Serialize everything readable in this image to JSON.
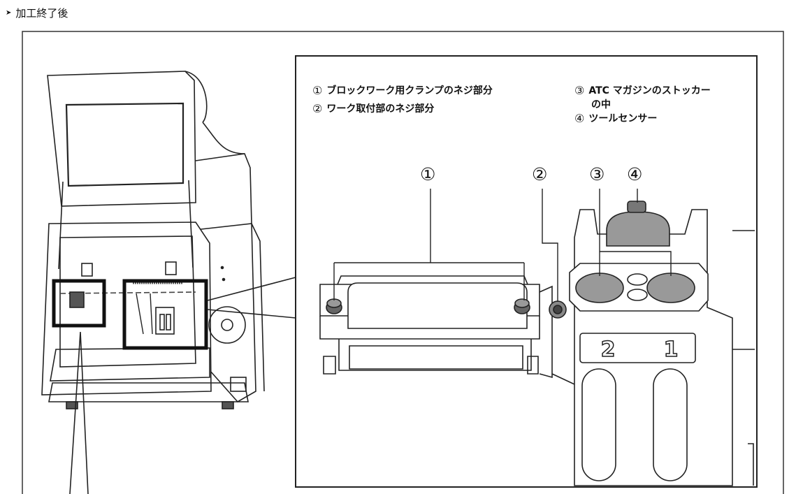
{
  "header": {
    "arrow": "➤",
    "title": "加工終了後"
  },
  "legend": {
    "items": [
      {
        "num": "①",
        "text": "ブロックワーク用クランプのネジ部分"
      },
      {
        "num": "②",
        "text": "ワーク取付部のネジ部分"
      },
      {
        "num": "③",
        "text": "ATC マガジンのストッカー",
        "text2": "の中"
      },
      {
        "num": "④",
        "text": "ツールセンサー"
      }
    ]
  },
  "callouts": [
    "①",
    "②",
    "③",
    "④"
  ],
  "magazine_slots": [
    "2",
    "1"
  ]
}
